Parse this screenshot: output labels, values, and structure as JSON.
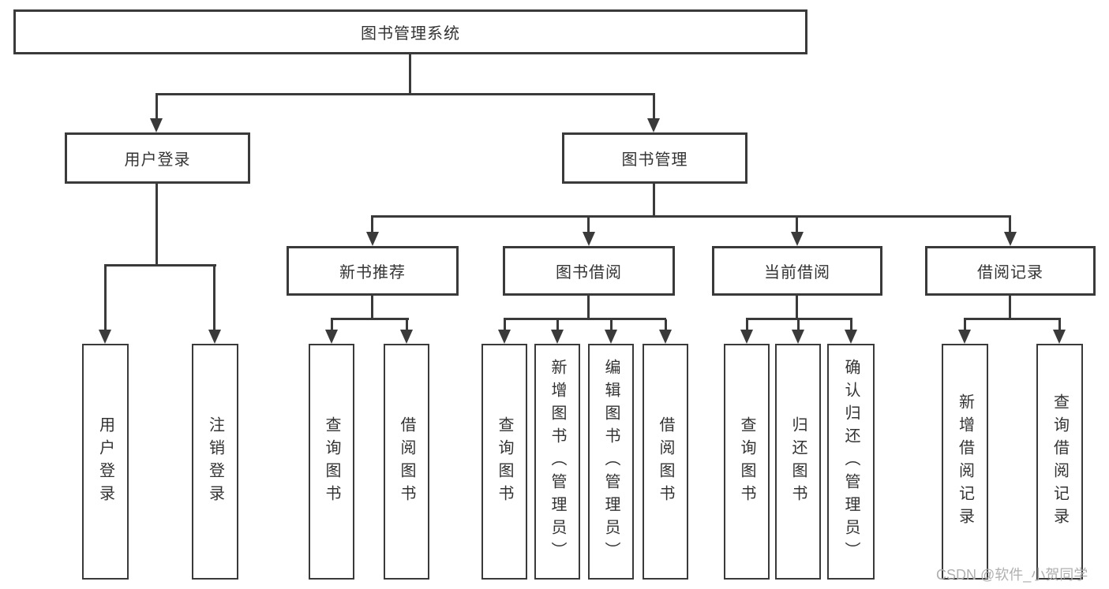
{
  "colors": {
    "line": "#3a3a3a",
    "text": "#333333",
    "box_background": "#ffffff",
    "watermark": "#b0b0b0"
  },
  "tree": {
    "root": {
      "label": "图书管理系统"
    },
    "children": [
      {
        "label": "用户登录",
        "children": [
          {
            "label": "用户登录"
          },
          {
            "label": "注销登录"
          }
        ]
      },
      {
        "label": "图书管理",
        "children": [
          {
            "label": "新书推荐",
            "children": [
              {
                "label": "查询图书"
              },
              {
                "label": "借阅图书"
              }
            ]
          },
          {
            "label": "图书借阅",
            "children": [
              {
                "label": "查询图书"
              },
              {
                "label": "新增图书（管理员）"
              },
              {
                "label": "编辑图书（管理员）"
              },
              {
                "label": "借阅图书"
              }
            ]
          },
          {
            "label": "当前借阅",
            "children": [
              {
                "label": "查询图书"
              },
              {
                "label": "归还图书"
              },
              {
                "label": "确认归还（管理员）"
              }
            ]
          },
          {
            "label": "借阅记录",
            "children": [
              {
                "label": "新增借阅记录"
              },
              {
                "label": "查询借阅记录"
              }
            ]
          }
        ]
      }
    ]
  },
  "watermark": {
    "text": "CSDN @软件_小贺同学"
  }
}
